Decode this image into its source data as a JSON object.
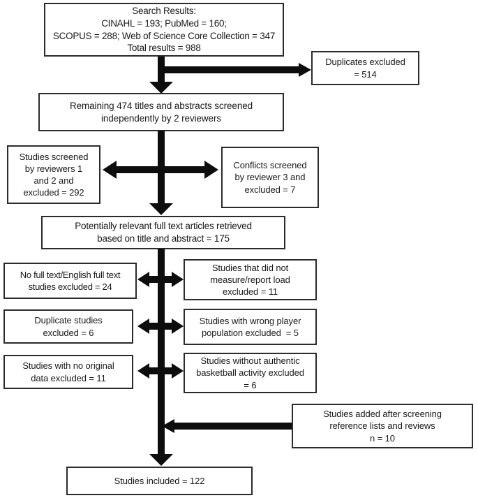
{
  "diagram_title": "systematic-review-prisma-flow",
  "colors": {
    "background": "#ffffff",
    "box_border": "#2b2b2b",
    "text": "#1a1a1a",
    "arrow": "#0d0d0d"
  },
  "boxes": {
    "search_results": "Search Results:\nCINAHL = 193; PubMed = 160;\nSCOPUS = 288; Web of Science Core Collection = 347\nTotal results = 988",
    "duplicates_excluded": "Duplicates excluded\n= 514",
    "remaining_screened": "Remaining 474 titles and abstracts screened\nindependently by 2 reviewers",
    "screened_reviewers_1_2": "Studies screened\nby reviewers 1\nand 2 and\nexcluded = 292",
    "conflicts_reviewer_3": "Conflicts screened\nby reviewer 3 and\nexcluded = 7",
    "full_text_retrieved": "Potentially relevant full text articles retrieved\nbased on title and abstract = 175",
    "no_full_text": "No full text/English full text\nstudies excluded = 24",
    "no_load_measure": "Studies that did not\nmeasure/report load\nexcluded = 11",
    "duplicate_studies": "Duplicate studies\nexcluded = 6",
    "wrong_player_population": "Studies with wrong player\npopulation excluded  = 5",
    "no_original_data": "Studies with no original\ndata excluded = 11",
    "no_authentic_basketball": "Studies without authentic\nbasketball activity excluded\n= 6",
    "reference_list_additions": "Studies added after screening\nreference lists and reviews\nn = 10",
    "studies_included": "Studies included = 122"
  },
  "counts": {
    "cinahl": 193,
    "pubmed": 160,
    "scopus": 288,
    "web_of_science": 347,
    "total_results": 988,
    "duplicates_excluded": 514,
    "remaining": 474,
    "excluded_reviewers_1_2": 292,
    "conflicts_excluded": 7,
    "full_text_retrieved": 175,
    "no_full_text_excluded": 24,
    "no_load_excluded": 11,
    "duplicate_excluded": 6,
    "wrong_population_excluded": 5,
    "no_original_data_excluded": 11,
    "no_authentic_excluded": 6,
    "reference_additions": 10,
    "included": 122
  }
}
